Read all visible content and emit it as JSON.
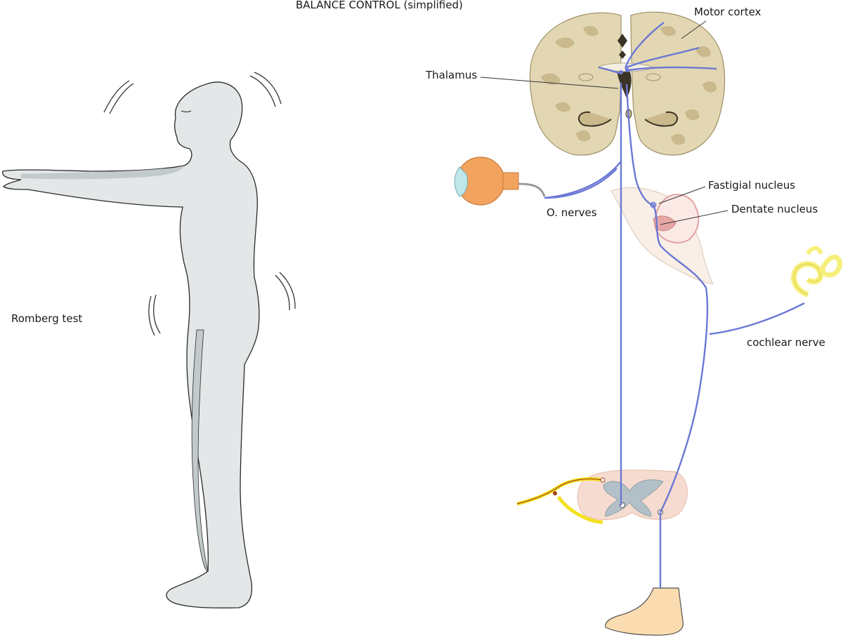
{
  "title": "BALANCE CONTROL (simplified)",
  "labels": {
    "romberg": "Romberg test",
    "motor_cortex": "Motor cortex",
    "thalamus": "Thalamus",
    "fastigial": "Fastigial nucleus",
    "dentate": "Dentate nucleus",
    "o_nerves": "O. nerves",
    "cochlear": "cochlear nerve"
  },
  "colors": {
    "body_fill": "#e3e7e8",
    "body_outline": "#2a2a2a",
    "brain_fill": "#e2d7b2",
    "brain_dark": "#c9b98c",
    "nerve": "#6b78d4",
    "eye": "#f2a35e",
    "cochlea": "#f7ef7c",
    "spinal_cord": "#f6dcd0",
    "grey_matter": "#b3c0c7",
    "foot": "#fbdcb0",
    "sensory_nerve": "#f3e021",
    "cerebellum_outline": "#e3a3a3"
  },
  "icons": {
    "person": "standing-person-figure",
    "brain": "brain-coronal-section",
    "eye": "eyeball",
    "cochlea": "inner-ear-cochlea",
    "spinal_cord": "spinal-cord-cross-section",
    "foot": "foot"
  }
}
